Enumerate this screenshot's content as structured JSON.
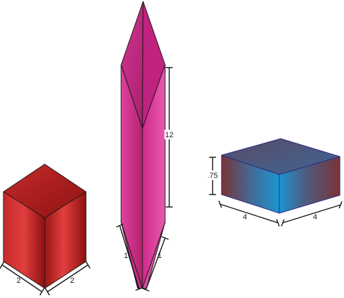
{
  "figure": {
    "colors": {
      "cube_dark": "#8e1010",
      "cube_mid": "#c62a2a",
      "cube_light": "#e03d3d",
      "prism_dark": "#b0186e",
      "prism_mid": "#d02a8a",
      "prism_light": "#e44aa3",
      "slab_brown": "#7a3338",
      "slab_blue": "#1d95d1",
      "slab_edge": "#2b2b86"
    },
    "cube": {
      "width_label": "2",
      "depth_label": "2"
    },
    "prism": {
      "height_label": "12",
      "base_left_label": "1",
      "base_right_label": "1"
    },
    "slab": {
      "height_label": ".75",
      "width_label": "4",
      "depth_label": "4"
    }
  }
}
